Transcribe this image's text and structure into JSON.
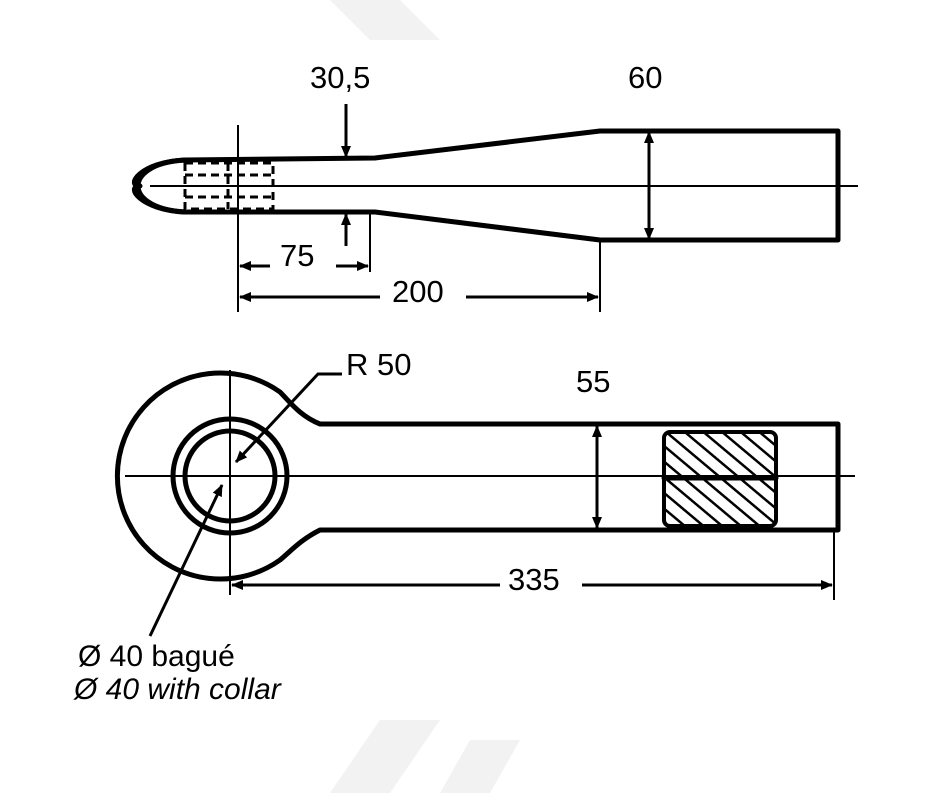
{
  "dimensions": {
    "d_30_5": "30,5",
    "d_60": "60",
    "d_75": "75",
    "d_200": "200",
    "d_r50": "R 50",
    "d_55": "55",
    "d_335": "335"
  },
  "notes": {
    "bore_fr": "Ø 40 bagué",
    "bore_en": "Ø 40 with collar"
  },
  "colors": {
    "ink": "#000000",
    "background": "#ffffff"
  }
}
